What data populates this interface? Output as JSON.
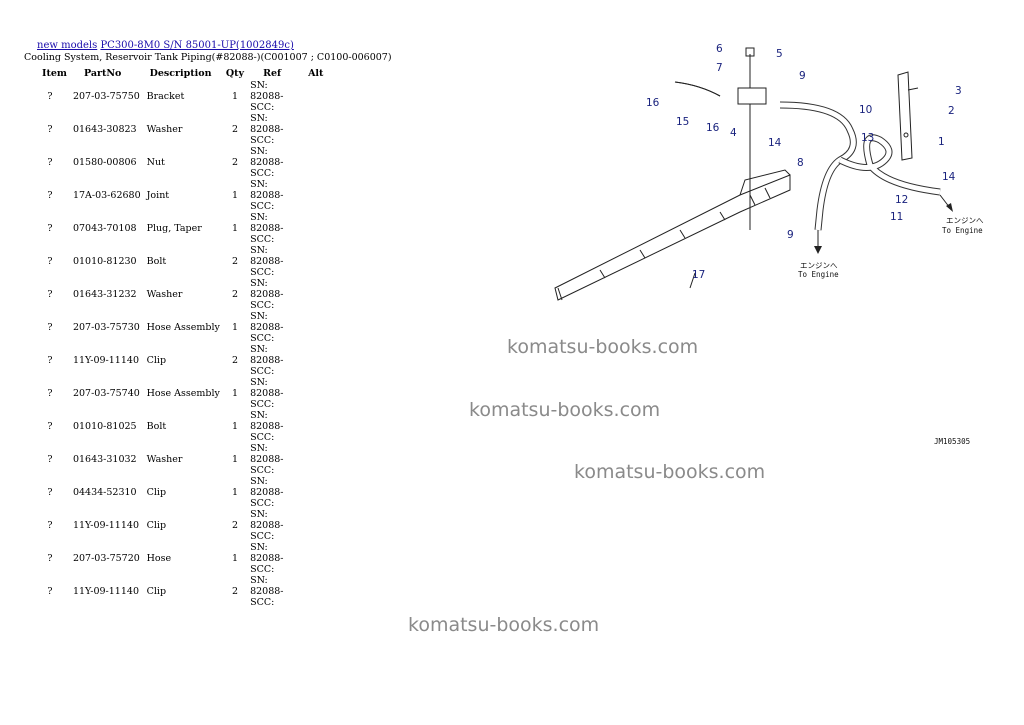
{
  "breadcrumb": {
    "home": "new models",
    "model": "PC300-8M0 S/N 85001-UP(1002849c)"
  },
  "page_title": "Cooling System, Reservoir Tank Piping(#82088-)(C001007 ; C0100-006007)",
  "table": {
    "headers": [
      "Item",
      "PartNo",
      "Description",
      "Qty",
      "Ref",
      "Alt"
    ],
    "rows": [
      {
        "item": "?",
        "part": "207-03-75750",
        "desc": "Bracket",
        "qty": "1",
        "ref": "SN: 82088-SCC:",
        "alt": ""
      },
      {
        "item": "?",
        "part": "01643-30823",
        "desc": "Washer",
        "qty": "2",
        "ref": "SN: 82088-SCC:",
        "alt": ""
      },
      {
        "item": "?",
        "part": "01580-00806",
        "desc": "Nut",
        "qty": "2",
        "ref": "SN: 82088-SCC:",
        "alt": ""
      },
      {
        "item": "?",
        "part": "17A-03-62680",
        "desc": "Joint",
        "qty": "1",
        "ref": "SN: 82088-SCC:",
        "alt": ""
      },
      {
        "item": "?",
        "part": "07043-70108",
        "desc": "Plug, Taper",
        "qty": "1",
        "ref": "SN: 82088-SCC:",
        "alt": ""
      },
      {
        "item": "?",
        "part": "01010-81230",
        "desc": "Bolt",
        "qty": "2",
        "ref": "SN: 82088-SCC:",
        "alt": ""
      },
      {
        "item": "?",
        "part": "01643-31232",
        "desc": "Washer",
        "qty": "2",
        "ref": "SN: 82088-SCC:",
        "alt": ""
      },
      {
        "item": "?",
        "part": "207-03-75730",
        "desc": "Hose Assembly",
        "qty": "1",
        "ref": "SN: 82088-SCC:",
        "alt": ""
      },
      {
        "item": "?",
        "part": "11Y-09-11140",
        "desc": "Clip",
        "qty": "2",
        "ref": "SN: 82088-SCC:",
        "alt": ""
      },
      {
        "item": "?",
        "part": "207-03-75740",
        "desc": "Hose Assembly",
        "qty": "1",
        "ref": "SN: 82088-SCC:",
        "alt": ""
      },
      {
        "item": "?",
        "part": "01010-81025",
        "desc": "Bolt",
        "qty": "1",
        "ref": "SN: 82088-SCC:",
        "alt": ""
      },
      {
        "item": "?",
        "part": "01643-31032",
        "desc": "Washer",
        "qty": "1",
        "ref": "SN: 82088-SCC:",
        "alt": ""
      },
      {
        "item": "?",
        "part": "04434-52310",
        "desc": "Clip",
        "qty": "1",
        "ref": "SN: 82088-SCC:",
        "alt": ""
      },
      {
        "item": "?",
        "part": "11Y-09-11140",
        "desc": "Clip",
        "qty": "2",
        "ref": "SN: 82088-SCC:",
        "alt": ""
      },
      {
        "item": "?",
        "part": "207-03-75720",
        "desc": "Hose",
        "qty": "1",
        "ref": "SN: 82088-SCC:",
        "alt": ""
      },
      {
        "item": "?",
        "part": "11Y-09-11140",
        "desc": "Clip",
        "qty": "2",
        "ref": "SN: 82088-SCC:",
        "alt": ""
      }
    ]
  },
  "watermarks": [
    "komatsu-books.com",
    "komatsu-books.com",
    "komatsu-books.com",
    "komatsu-books.com"
  ],
  "diagram": {
    "callouts": [
      "6",
      "7",
      "5",
      "9",
      "16",
      "15",
      "16",
      "4",
      "14",
      "3",
      "2",
      "1",
      "10",
      "13",
      "8",
      "14",
      "12",
      "11",
      "9",
      "17"
    ],
    "to_engine_jp": "エンジンへ",
    "to_engine_en": "To Engine",
    "drawing_id": "JM105305"
  }
}
